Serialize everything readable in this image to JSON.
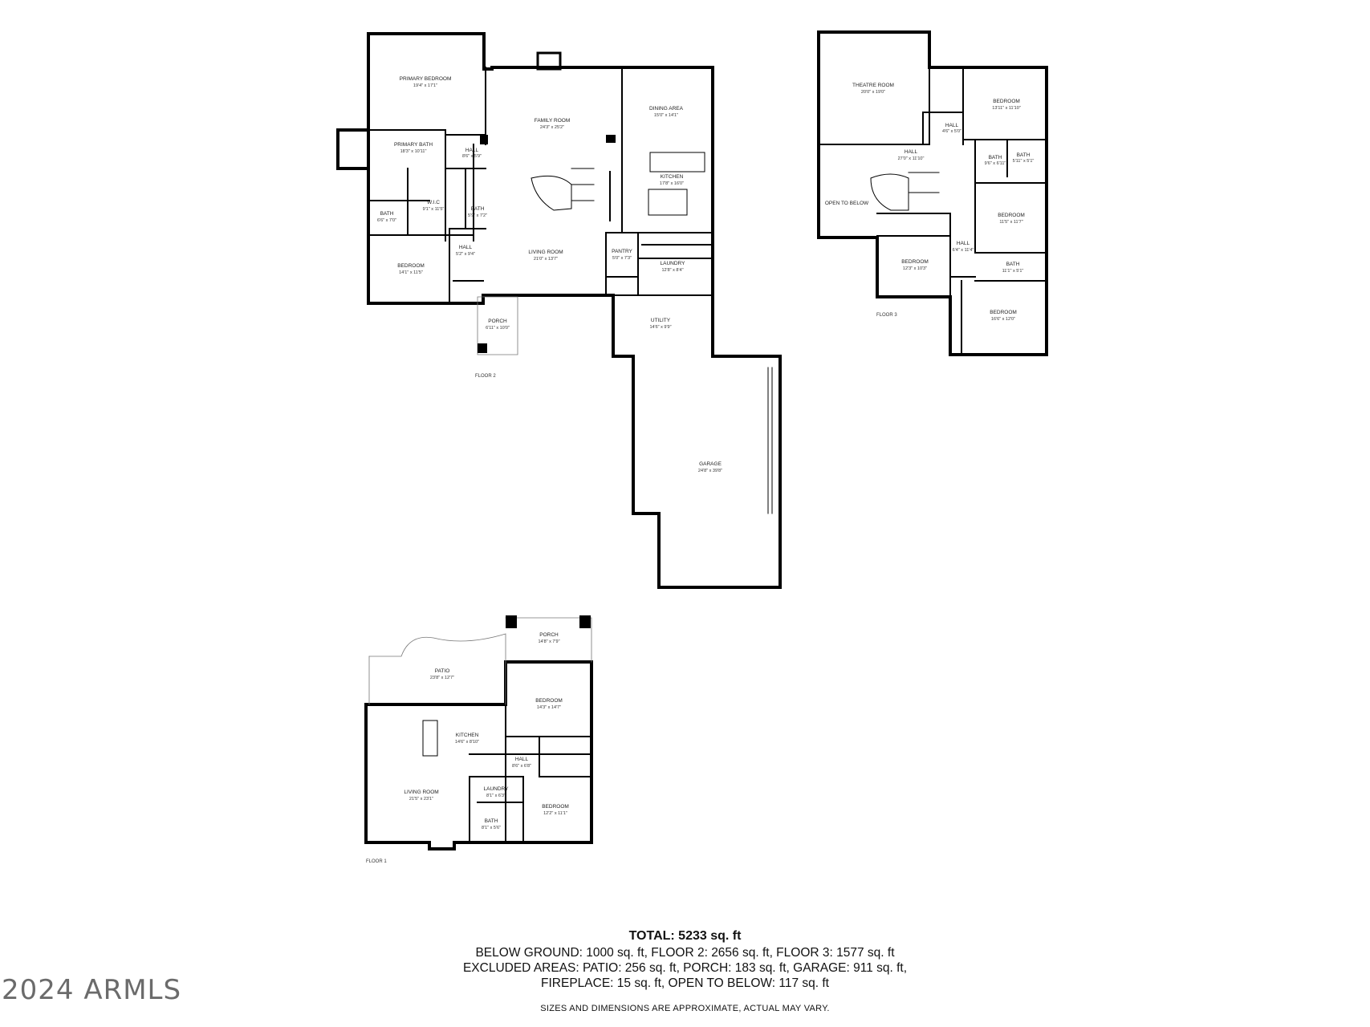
{
  "rooms": {
    "primary_bedroom": {
      "name": "PRIMARY BEDROOM",
      "dim": "19'4\" x 17'1\""
    },
    "family_room": {
      "name": "FAMILY ROOM",
      "dim": "24'3\" x 25'2\""
    },
    "dining_area": {
      "name": "DINING AREA",
      "dim": "15'0\" x 14'1\""
    },
    "primary_bath": {
      "name": "PRIMARY BATH",
      "dim": "18'3\" x 10'11\""
    },
    "hall_a": {
      "name": "HALL",
      "dim": "8'6\" x 5'9\""
    },
    "kitchen2": {
      "name": "KITCHEN",
      "dim": "17'8\" x 16'0\""
    },
    "wic": {
      "name": "W.I.C",
      "dim": "9'1\" x 11'5\""
    },
    "bath_a": {
      "name": "BATH",
      "dim": "6'6\" x 7'0\""
    },
    "bath_b": {
      "name": "BATH",
      "dim": "5'9\" x 7'2\""
    },
    "hall_b": {
      "name": "HALL",
      "dim": "5'2\" x 9'4\""
    },
    "living2": {
      "name": "LIVING ROOM",
      "dim": "21'0\" x 13'7\""
    },
    "pantry": {
      "name": "PANTRY",
      "dim": "5'0\" x 7'3\""
    },
    "laundry2": {
      "name": "LAUNDRY",
      "dim": "12'8\" x 8'4\""
    },
    "bedroom_a": {
      "name": "BEDROOM",
      "dim": "14'1\" x 11'5\""
    },
    "porch2": {
      "name": "PORCH",
      "dim": "6'11\" x 10'0\""
    },
    "utility": {
      "name": "UTILITY",
      "dim": "14'6\" x 9'9\""
    },
    "garage": {
      "name": "GARAGE",
      "dim": "24'8\" x 39'8\""
    },
    "theatre": {
      "name": "THEATRE ROOM",
      "dim": "20'0\" x 19'0\""
    },
    "bedroom_b": {
      "name": "BEDROOM",
      "dim": "13'11\" x 11'10\""
    },
    "hall_c": {
      "name": "HALL",
      "dim": "4'6\" x 5'0\""
    },
    "hall_d": {
      "name": "HALL",
      "dim": "27'0\" x 11'10\""
    },
    "bath_c": {
      "name": "BATH",
      "dim": "9'6\" x 6'11\""
    },
    "bath_d": {
      "name": "BATH",
      "dim": "5'11\" x 5'1\""
    },
    "open_below": {
      "name": "OPEN TO BELOW"
    },
    "bedroom_c": {
      "name": "BEDROOM",
      "dim": "11'5\" x 11'7\""
    },
    "hall_e": {
      "name": "HALL",
      "dim": "6'4\" x 11'4\""
    },
    "bedroom_d": {
      "name": "BEDROOM",
      "dim": "12'3\" x 10'3\""
    },
    "bath_e": {
      "name": "BATH",
      "dim": "11'1\" x 5'1\""
    },
    "bedroom_e": {
      "name": "BEDROOM",
      "dim": "16'6\" x 12'0\""
    },
    "porch1": {
      "name": "PORCH",
      "dim": "14'8\" x 7'9\""
    },
    "patio": {
      "name": "PATIO",
      "dim": "23'8\" x 12'7\""
    },
    "bedroom_f": {
      "name": "BEDROOM",
      "dim": "14'3\" x 14'7\""
    },
    "kitchen1": {
      "name": "KITCHEN",
      "dim": "14'6\" x 8'10\""
    },
    "hall_f": {
      "name": "HALL",
      "dim": "8'6\" x 6'8\""
    },
    "laundry1": {
      "name": "LAUNDRY",
      "dim": "8'1\" x 6'3\""
    },
    "living1": {
      "name": "LIVING ROOM",
      "dim": "21'5\" x 23'1\""
    },
    "bedroom_g": {
      "name": "BEDROOM",
      "dim": "12'2\" x 11'1\""
    },
    "bath_f": {
      "name": "BATH",
      "dim": "8'1\" x 5'6\""
    }
  },
  "floors": {
    "floor1": "FLOOR 1",
    "floor2": "FLOOR 2",
    "floor3": "FLOOR 3"
  },
  "summary": {
    "total": "TOTAL: 5233 sq. ft",
    "line1": "BELOW GROUND: 1000 sq. ft, FLOOR 2: 2656 sq. ft, FLOOR 3: 1577 sq. ft",
    "line2": "EXCLUDED AREAS: PATIO: 256 sq. ft, PORCH: 183 sq. ft, GARAGE: 911 sq. ft,",
    "line3": "FIREPLACE: 15 sq. ft, OPEN TO BELOW: 117 sq. ft",
    "disclaimer": "SIZES AND DIMENSIONS ARE APPROXIMATE, ACTUAL MAY VARY."
  },
  "watermark": "2024 ARMLS"
}
